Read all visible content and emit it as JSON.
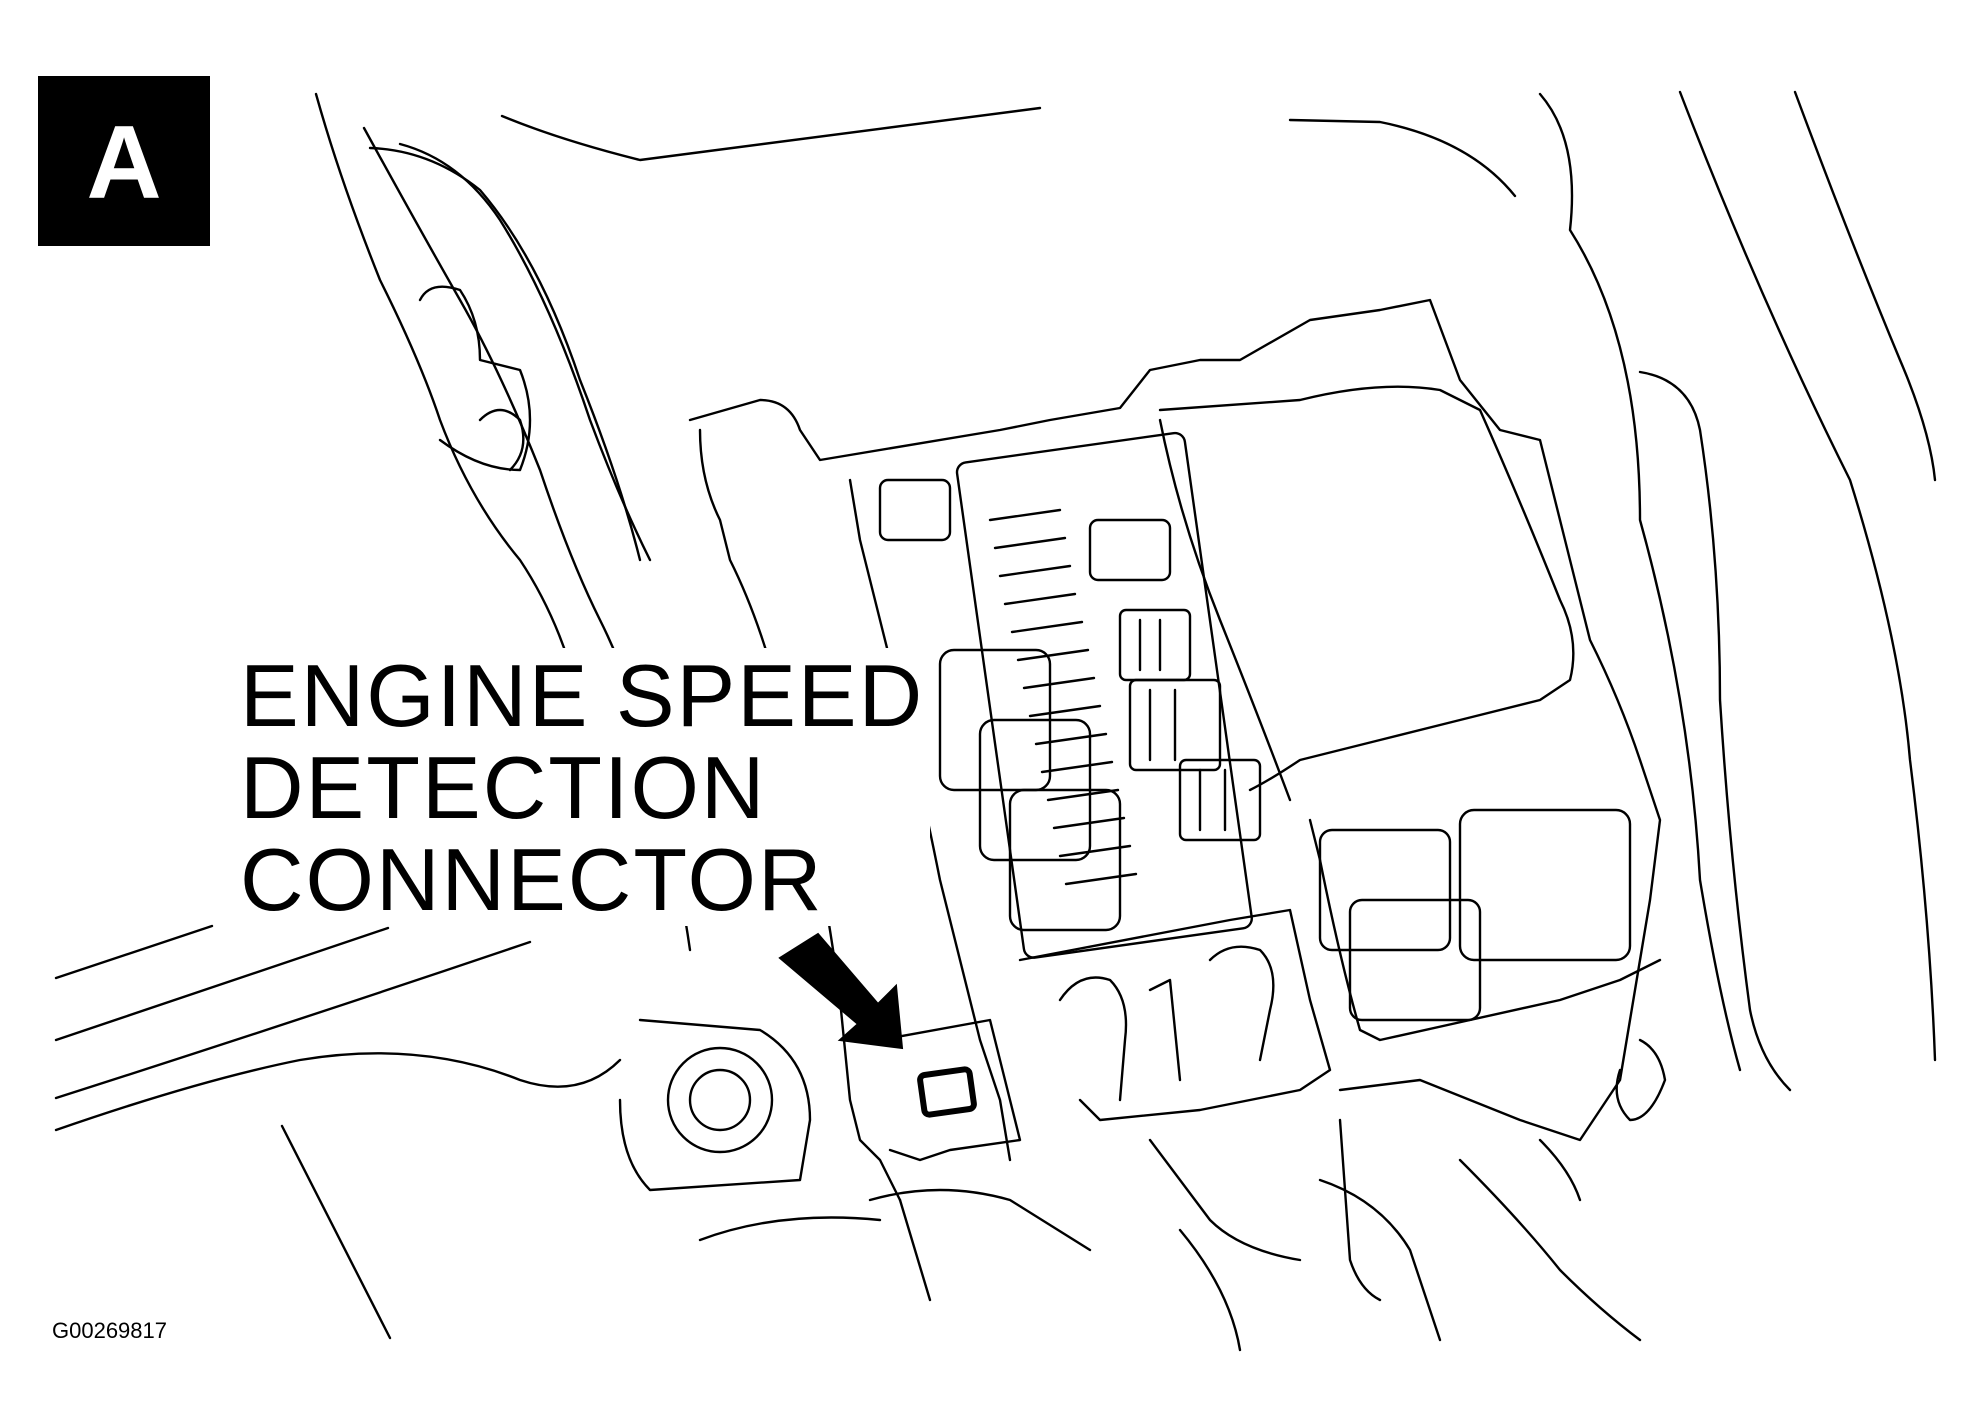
{
  "figure": {
    "badge_letter": "A",
    "callout_lines": [
      "ENGINE SPEED",
      "DETECTION",
      "CONNECTOR"
    ],
    "figure_id": "G00269817"
  },
  "icons": {
    "pointer": "arrow-icon",
    "target": "connector-icon"
  },
  "colors": {
    "ink": "#000000",
    "paper": "#ffffff"
  }
}
